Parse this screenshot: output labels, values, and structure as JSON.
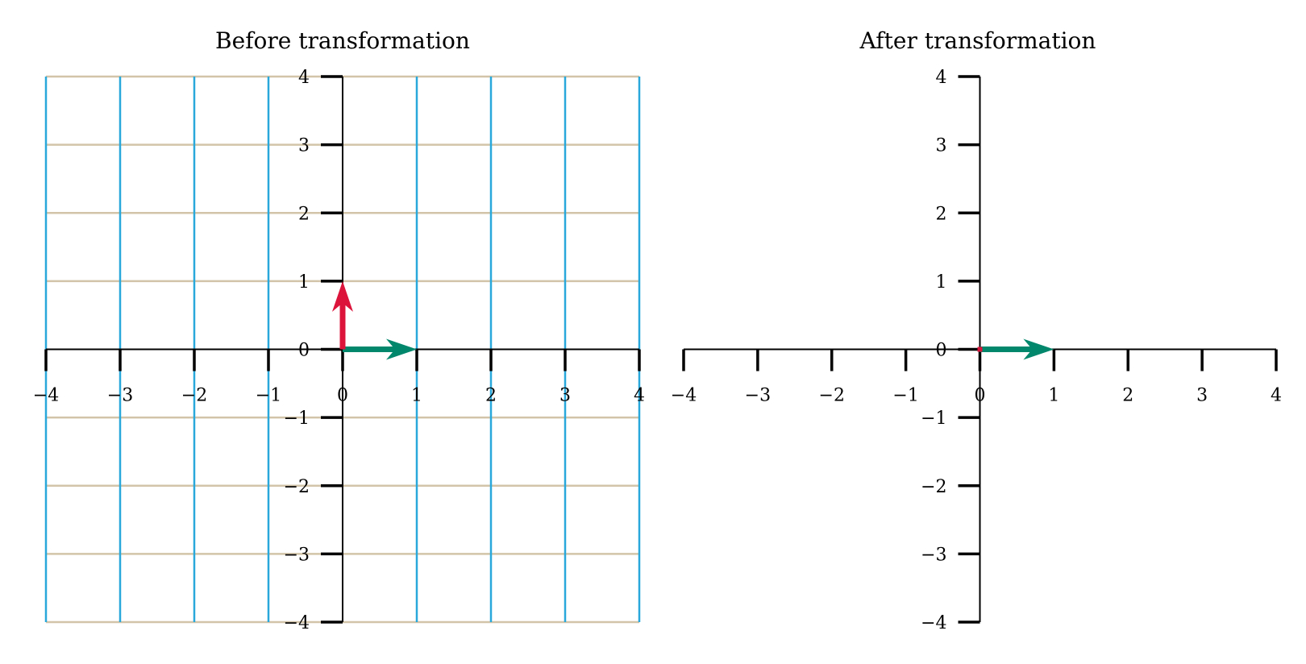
{
  "panels": [
    {
      "title": "Before transformation",
      "show_grid": true,
      "xlim": [
        -4,
        4
      ],
      "ylim": [
        -4,
        4
      ],
      "x_ticks": [
        -4,
        -3,
        -2,
        -1,
        0,
        1,
        2,
        3,
        4
      ],
      "y_ticks": [
        -4,
        -3,
        -2,
        -1,
        0,
        1,
        2,
        3,
        4
      ],
      "vectors": [
        {
          "from": [
            0,
            0
          ],
          "to": [
            1,
            0
          ],
          "color": "#00876c"
        },
        {
          "from": [
            0,
            0
          ],
          "to": [
            0,
            1
          ],
          "color": "#dc143c"
        }
      ]
    },
    {
      "title": "After transformation",
      "show_grid": false,
      "xlim": [
        -4,
        4
      ],
      "ylim": [
        -4,
        4
      ],
      "x_ticks": [
        -4,
        -3,
        -2,
        -1,
        0,
        1,
        2,
        3,
        4
      ],
      "y_ticks": [
        -4,
        -3,
        -2,
        -1,
        0,
        1,
        2,
        3,
        4
      ],
      "vectors": [
        {
          "from": [
            0,
            0
          ],
          "to": [
            1,
            0
          ],
          "color": "#00876c"
        },
        {
          "from": [
            0,
            0
          ],
          "to": [
            0,
            0
          ],
          "color": "#dc143c"
        }
      ]
    }
  ],
  "colors": {
    "vertical_grid": "#29a8db",
    "horizontal_grid": "#d2c4a8",
    "axis": "#000000"
  }
}
